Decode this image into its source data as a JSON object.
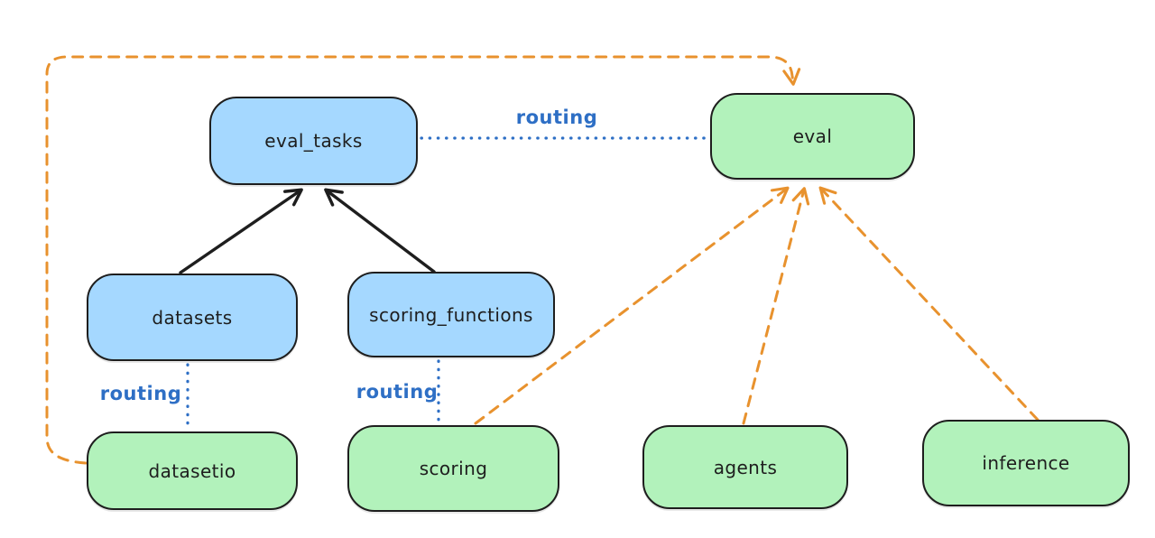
{
  "diagram": {
    "colors": {
      "blue_fill": "#a5d8ff",
      "green_fill": "#b2f2bb",
      "stroke": "#1e1e1e",
      "orange": "#e8922e",
      "routing_blue": "#2e6fc5",
      "background": "#ffffff"
    },
    "nodes": [
      {
        "id": "eval_tasks",
        "label": "eval_tasks",
        "fill": "blue"
      },
      {
        "id": "eval",
        "label": "eval",
        "fill": "green"
      },
      {
        "id": "datasets",
        "label": "datasets",
        "fill": "blue"
      },
      {
        "id": "scoring_functions",
        "label": "scoring_functions",
        "fill": "blue"
      },
      {
        "id": "datasetio",
        "label": "datasetio",
        "fill": "green"
      },
      {
        "id": "scoring",
        "label": "scoring",
        "fill": "green"
      },
      {
        "id": "agents",
        "label": "agents",
        "fill": "green"
      },
      {
        "id": "inference",
        "label": "inference",
        "fill": "green"
      }
    ],
    "routing_labels": [
      {
        "text": "routing",
        "between": [
          "eval_tasks",
          "eval"
        ]
      },
      {
        "text": "routing",
        "between": [
          "datasets",
          "datasetio"
        ]
      },
      {
        "text": "routing",
        "between": [
          "scoring_functions",
          "scoring"
        ]
      }
    ],
    "edges": [
      {
        "from": "datasets",
        "to": "eval_tasks",
        "style": "solid-black-arrow"
      },
      {
        "from": "scoring_functions",
        "to": "eval_tasks",
        "style": "solid-black-arrow"
      },
      {
        "from": "eval_tasks",
        "to": "eval",
        "style": "dotted-blue",
        "label": "routing"
      },
      {
        "from": "datasets",
        "to": "datasetio",
        "style": "dotted-blue",
        "label": "routing"
      },
      {
        "from": "scoring_functions",
        "to": "scoring",
        "style": "dotted-blue",
        "label": "routing"
      },
      {
        "from": "datasetio",
        "to": "eval",
        "style": "dashed-orange-arrow"
      },
      {
        "from": "scoring",
        "to": "eval",
        "style": "dashed-orange-arrow"
      },
      {
        "from": "agents",
        "to": "eval",
        "style": "dashed-orange-arrow"
      },
      {
        "from": "inference",
        "to": "eval",
        "style": "dashed-orange-arrow"
      }
    ]
  }
}
